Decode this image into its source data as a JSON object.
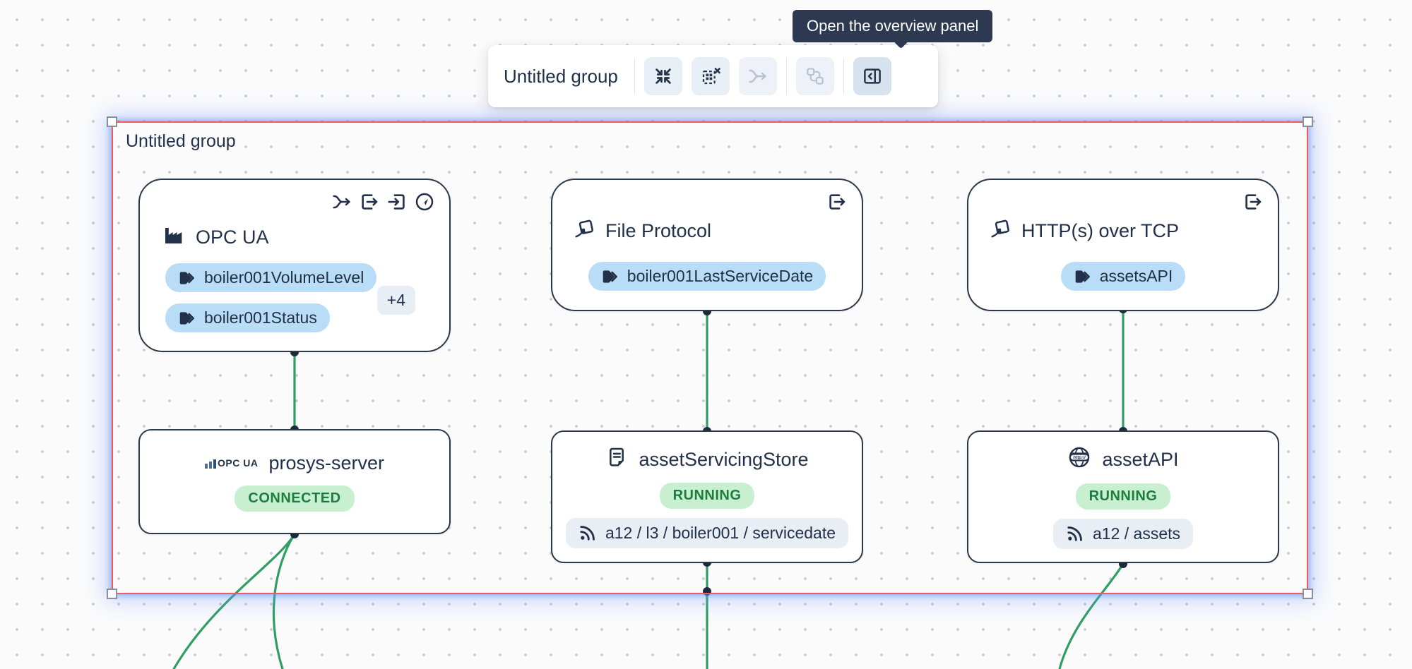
{
  "tooltip": {
    "text": "Open the overview panel"
  },
  "toolbar": {
    "group_label": "Untitled group",
    "buttons": [
      {
        "icon": "collapse-group-icon",
        "state": "enabled"
      },
      {
        "icon": "ungroup-icon",
        "state": "enabled"
      },
      {
        "icon": "merge-icon",
        "state": "disabled"
      },
      {
        "icon": "workflow-icon",
        "state": "disabled"
      },
      {
        "icon": "open-overview-panel-icon",
        "state": "hovered"
      }
    ]
  },
  "group": {
    "label": "Untitled group"
  },
  "nodes": {
    "opcua": {
      "title": "OPC UA",
      "tags": [
        "boiler001VolumeLevel",
        "boiler001Status"
      ],
      "overflow_badge": "+4"
    },
    "file_protocol": {
      "title": "File Protocol",
      "tags": [
        "boiler001LastServiceDate"
      ]
    },
    "http_tcp": {
      "title": "HTTP(s) over TCP",
      "tags": [
        "assetsAPI"
      ]
    },
    "prosys": {
      "title": "prosys-server",
      "status": "CONNECTED",
      "logo_text": "OPC UA"
    },
    "servicing_store": {
      "title": "assetServicingStore",
      "status": "RUNNING",
      "topic": "a12 / l3 / boiler001 / servicedate"
    },
    "asset_api": {
      "title": "assetAPI",
      "status": "RUNNING",
      "topic": "a12 / assets"
    }
  },
  "icons": {
    "http_label": "http://"
  },
  "colors": {
    "selection_red": "#f15b5b",
    "selection_glow_blue": "#7a9efa",
    "edge_green": "#2f9e63",
    "tag_blue_bg": "#b9ddf6",
    "status_green_bg": "#c8f0d0",
    "status_green_text": "#1d7c3f",
    "node_border": "#2b3949",
    "tooltip_bg": "#2d3950"
  }
}
